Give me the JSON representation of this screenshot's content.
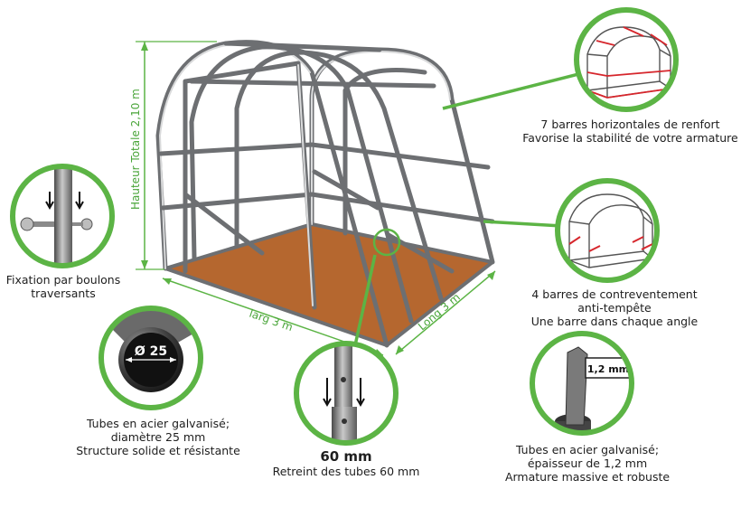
{
  "dimensions": {
    "height": "Hauteur Totale 2,10 m",
    "width": "larg 3 m",
    "length": "Long 3 m"
  },
  "callouts": {
    "horizontal_bars": [
      "7 barres horizontales de renfort",
      "Favorise la stabilité de votre armature"
    ],
    "bracing": [
      "4 barres de contreventement",
      "anti-tempête",
      "Une barre dans chaque angle"
    ],
    "bolts": [
      "Fixation par boulons",
      "traversants"
    ],
    "tube_diameter": [
      "Tubes en acier galvanisé;",
      "diamètre 25 mm",
      "Structure solide et résistante"
    ],
    "tube_diameter_badge": "Ø 25",
    "shrink_value": "60 mm",
    "shrink_caption": "Retreint des tubes 60 mm",
    "thickness_badge": "1,2 mm",
    "tube_thickness": [
      "Tubes en acier galvanisé;",
      "épaisseur de 1,2 mm",
      "Armature massive et robuste"
    ]
  },
  "colors": {
    "accent_green": "#5cb445",
    "floor": "#b5672f",
    "frame": "#6d6f72",
    "highlight_red": "#d6262c"
  }
}
